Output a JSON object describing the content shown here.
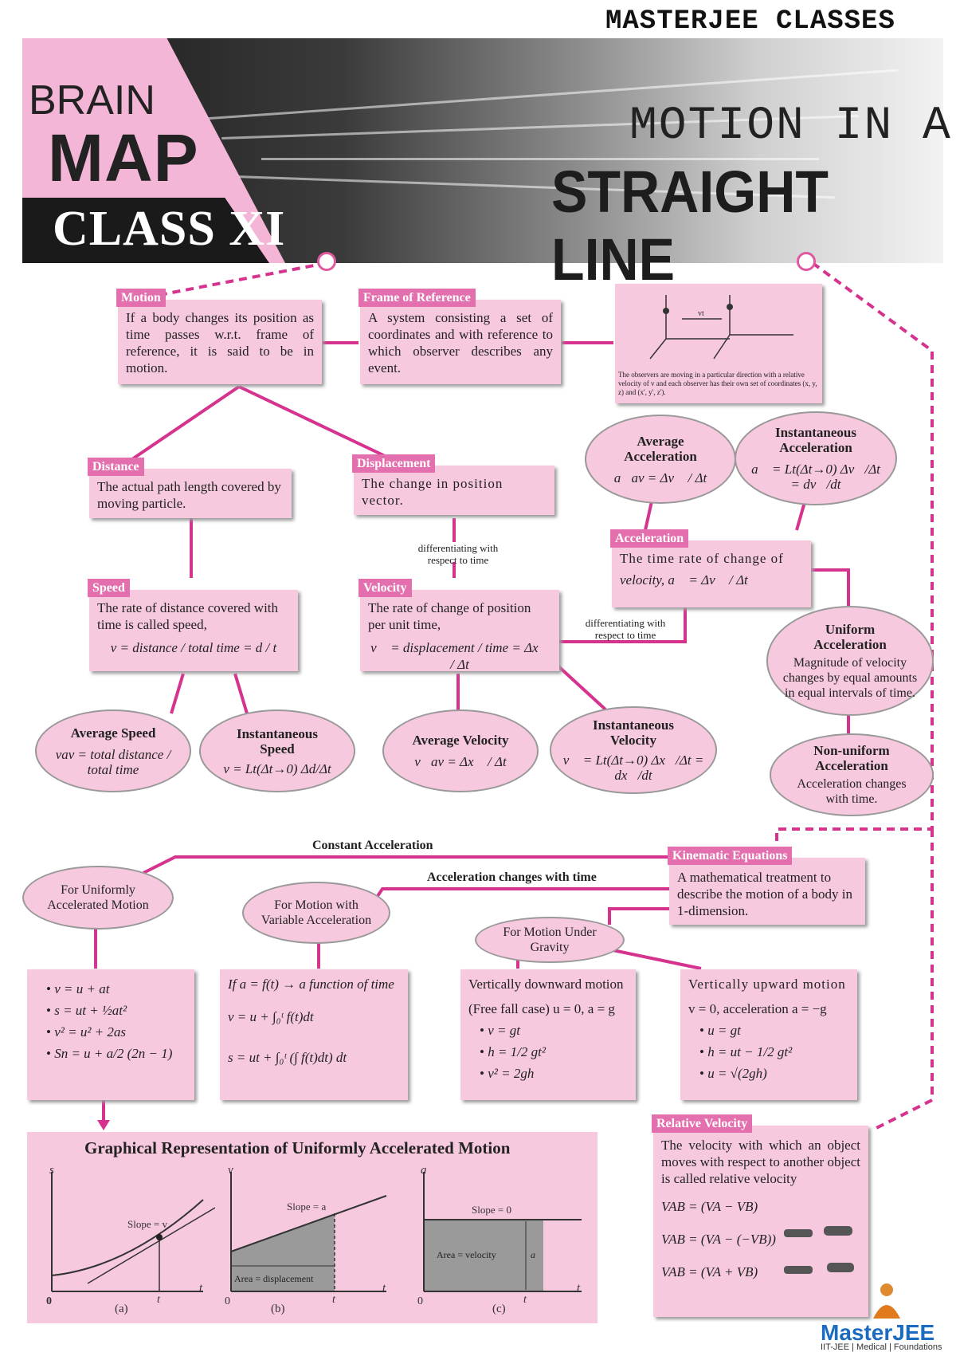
{
  "brand": "MASTERJEE CLASSES",
  "banner": {
    "brain": "BRAIN",
    "map": "MAP",
    "class": "CLASS XI",
    "title_line1": "MOTION IN A",
    "title_line2": "STRAIGHT LINE"
  },
  "motion": {
    "tag": "Motion",
    "text": "If a body changes its position as time passes w.r.t. frame of reference, it is said to be in motion."
  },
  "frame": {
    "tag": "Frame of Reference",
    "text": "A system consisting a set of coordinates and with reference to which observer describes any event.",
    "figure_caption": "The observers are moving in a particular direction with a relative velocity of v and each observer has their own set of coordinates (x, y, z) and (x', y', z')."
  },
  "distance": {
    "tag": "Distance",
    "text": "The actual path length covered by moving particle."
  },
  "displacement": {
    "tag": "Displacement",
    "text": "The change in position vector."
  },
  "diff1": "differentiating with respect to time",
  "diff2": "differentiating with respect to time",
  "speed": {
    "tag": "Speed",
    "text": "The rate of distance covered with time is called speed,",
    "formula": "v = distance / total time = d / t"
  },
  "velocity": {
    "tag": "Velocity",
    "text": "The rate of change of position per unit time,",
    "formula": "v⃗ = displacement / time = Δx⃗ / Δt"
  },
  "acceleration": {
    "tag": "Acceleration",
    "text": "The time rate of change of",
    "formula": "velocity, a⃗ = Δv⃗ / Δt"
  },
  "avg_acc": {
    "title": "Average Acceleration",
    "formula": "a⃗av = Δv⃗ / Δt"
  },
  "inst_acc": {
    "title": "Instantaneous Acceleration",
    "formula": "a⃗ = Lt(Δt→0) Δv⃗/Δt = dv⃗/dt"
  },
  "uniform_acc": {
    "title": "Uniform Acceleration",
    "text": "Magnitude of velocity changes by equal amounts in equal intervals of time."
  },
  "nonuniform_acc": {
    "title": "Non-uniform Acceleration",
    "text": "Acceleration changes with time."
  },
  "avg_speed": {
    "title": "Average Speed",
    "formula": "vav = total distance / total time"
  },
  "inst_speed": {
    "title": "Instantaneous Speed",
    "formula": "v = Lt(Δt→0) Δd/Δt"
  },
  "avg_vel": {
    "title": "Average Velocity",
    "formula": "v⃗av = Δx⃗ / Δt"
  },
  "inst_vel": {
    "title": "Instantaneous Velocity",
    "formula": "v⃗ = Lt(Δt→0) Δx⃗/Δt = dx⃗/dt"
  },
  "kinematic": {
    "tag": "Kinematic Equations",
    "text": "A mathematical treatment to describe the motion of a body in 1-dimension."
  },
  "label_const": "Constant Acceleration",
  "label_var": "Acceleration changes with time",
  "uniform_motion": "For Uniformly Accelerated Motion",
  "variable_motion": "For Motion with Variable Acceleration",
  "gravity_motion": "For Motion Under Gravity",
  "uam_eqs": [
    "v = u + at",
    "s = ut + ½at²",
    "v² = u² + 2as",
    "Sn = u + a/2 (2n − 1)"
  ],
  "var_eqs": {
    "intro": "If a = f(t) → a function of time",
    "eq1": "v = u + ∫₀ᵗ f(t)dt",
    "eq2": "s = ut + ∫₀ᵗ (∫ f(t)dt) dt"
  },
  "down": {
    "title": "Vertically downward motion",
    "sub": "(Free fall case) u = 0, a = g",
    "eqs": [
      "v = gt",
      "h = 1/2 gt²",
      "v² = 2gh"
    ]
  },
  "up": {
    "title": "Vertically upward motion",
    "sub": "v = 0, acceleration a = −g",
    "eqs": [
      "u = gt",
      "h = ut − 1/2 gt²",
      "u = √(2gh)"
    ]
  },
  "graphs": {
    "title": "Graphical Representation of Uniformly Accelerated Motion",
    "a": {
      "y": "s",
      "x": "t",
      "slope": "Slope = v",
      "o": "0",
      "tick": "t",
      "cap": "(a)"
    },
    "b": {
      "y": "v",
      "x": "t",
      "slope": "Slope = a",
      "area": "Area = displacement",
      "o": "0",
      "tick": "t",
      "cap": "(b)"
    },
    "c": {
      "y": "a",
      "x": "t",
      "slope": "Slope = 0",
      "area": "Area = velocity",
      "side": "a",
      "o": "0",
      "tick": "t",
      "cap": "(c)"
    }
  },
  "relative": {
    "tag": "Relative Velocity",
    "text": "The velocity with which an object moves with respect to another object is called relative velocity",
    "eqs": [
      "VAB = (VA − VB)",
      "VAB = (VA − (−VB))",
      "VAB = (VA + VB)"
    ]
  },
  "logo": "MasterJEE",
  "logo_sub": "IIT-JEE | Medical | Foundations",
  "colors": {
    "pink_box": "#f7c9df",
    "tag": "#e46fae",
    "line": "#d6338f"
  }
}
